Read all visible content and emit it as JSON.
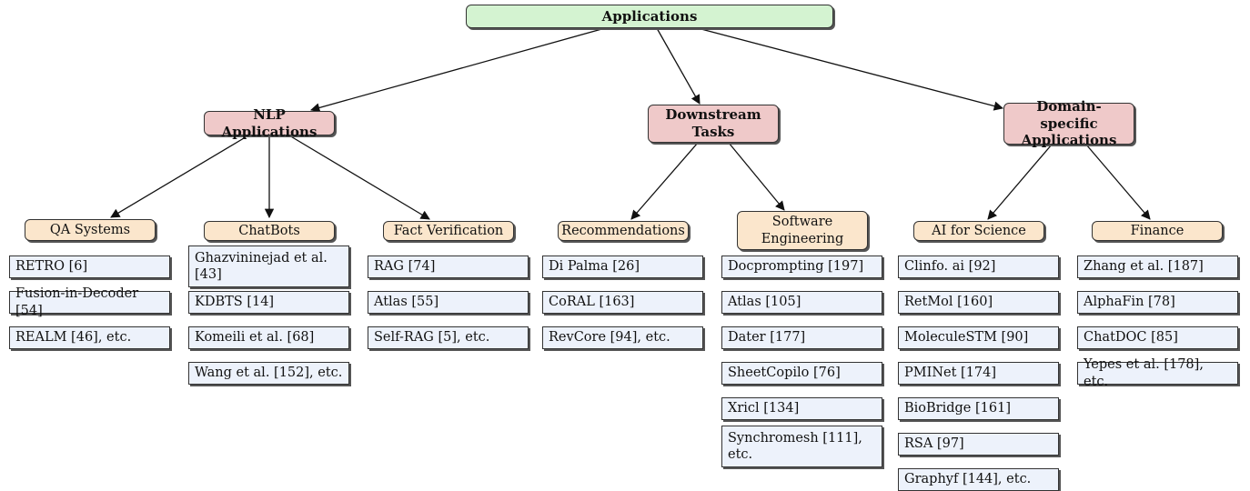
{
  "root": {
    "label": "Applications"
  },
  "categories": [
    {
      "label": "NLP Applications"
    },
    {
      "label": "Downstream Tasks"
    },
    {
      "label": "Domain-specific Applications"
    }
  ],
  "subcategories": [
    {
      "label": "QA Systems",
      "items": [
        "RETRO [6]",
        "Fusion-in-Decoder [54]",
        "REALM [46], etc."
      ]
    },
    {
      "label": "ChatBots",
      "items": [
        "Ghazvininejad et al. [43]",
        "KDBTS [14]",
        "Komeili et al. [68]",
        "Wang et al. [152], etc."
      ]
    },
    {
      "label": "Fact Verification",
      "items": [
        "RAG [74]",
        "Atlas [55]",
        "Self-RAG [5], etc."
      ]
    },
    {
      "label": "Recommendations",
      "items": [
        "Di Palma [26]",
        "CoRAL [163]",
        "RevCore [94], etc."
      ]
    },
    {
      "label": "Software Engineering",
      "items": [
        "Docprompting [197]",
        "Atlas [105]",
        "Dater [177]",
        "SheetCopilo [76]",
        "Xricl [134]",
        "Synchromesh [111], etc."
      ]
    },
    {
      "label": "AI for Science",
      "items": [
        "Clinfo. ai [92]",
        "RetMol [160]",
        "MoleculeSTM [90]",
        "PMINet [174]",
        "BioBridge [161]",
        "RSA [97]",
        "Graphyf [144], etc."
      ]
    },
    {
      "label": "Finance",
      "items": [
        "Zhang et al. [187]",
        "AlphaFin [78]",
        "ChatDOC [85]",
        "Yepes et al. [178], etc."
      ]
    }
  ],
  "colors": {
    "root_fill": "#d4f3d1",
    "category_fill": "#efc9c9",
    "subcategory_fill": "#fbe6cc",
    "leaf_fill": "#edf2fb",
    "edge": "#111111"
  }
}
